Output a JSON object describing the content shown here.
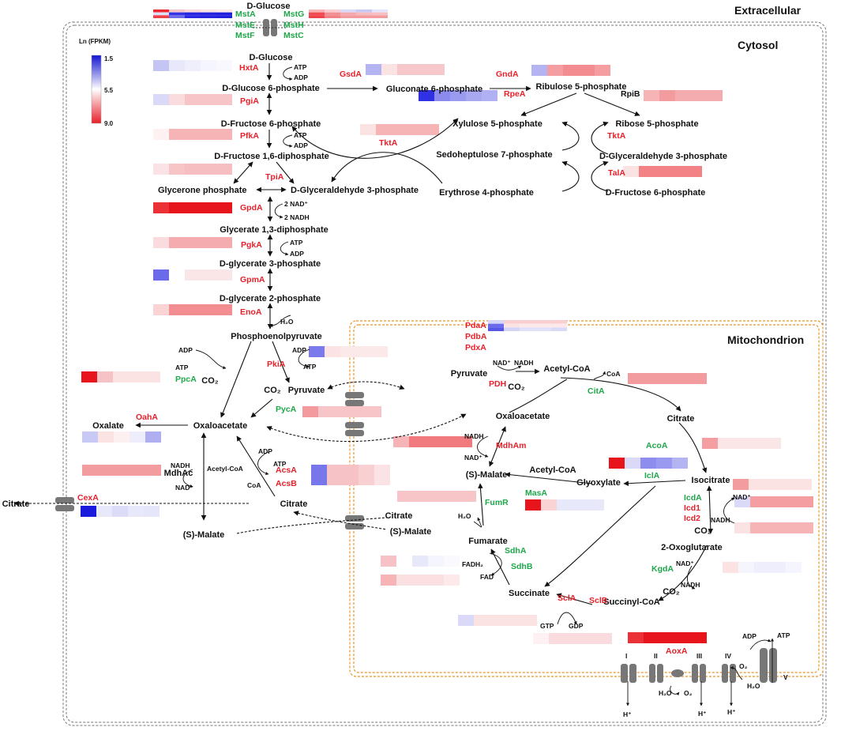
{
  "compartments": {
    "extracellular": "Extracellular",
    "cytosol": "Cytosol",
    "mitochondrion": "Mitochondrion"
  },
  "legend": {
    "title": "Ln (FPKM)",
    "ticks": [
      "1.5",
      "5.5",
      "9.0"
    ],
    "colors": {
      "low": "#1414d2",
      "mid": "#ffffff",
      "high": "#e8202a"
    }
  },
  "metabolites": {
    "dglucose_ext": "D-Glucose",
    "dglucose": "D-Glucose",
    "g6p": "D-Glucose 6-phosphate",
    "f6p": "D-Fructose 6-phosphate",
    "fbp": "D-Fructose 1,6-diphosphate",
    "glycerone": "Glycerone phosphate",
    "g3p": "D-Glyceraldehyde 3-phosphate",
    "bpg": "Glycerate 1,3-diphosphate",
    "pg3": "D-glycerate 3-phosphate",
    "pg2": "D-glycerate 2-phosphate",
    "pep": "Phosphoenolpyruvate",
    "pyruvate": "Pyruvate",
    "co2_a": "CO₂",
    "co2_b": "CO₂",
    "oaa_c": "Oxaloacetate",
    "oxalate": "Oxalate",
    "mdhac": "MdhAc",
    "malate_c": "(S)-Malate",
    "citrate_c": "Citrate",
    "citrate_out": "Citrate",
    "citrate_tr": "Citrate",
    "malate_tr": "(S)-Malate",
    "gluconate6p": "Gluconate 6-phosphate",
    "ru5p": "Ribulose 5-phosphate",
    "x5p": "Xylulose 5-phosphate",
    "r5p": "Ribose 5-phosphate",
    "s7p": "Sedoheptulose 7-phosphate",
    "g3p_b": "D-Glyceraldehyde 3-phosphate",
    "e4p": "Erythrose 4-phosphate",
    "f6p_b": "D-Fructose 6-phosphate",
    "pyr_m": "Pyruvate",
    "acetylcoa_m": "Acetyl-CoA",
    "oaa_m": "Oxaloacetate",
    "citrate_m": "Citrate",
    "isocitrate": "Isocitrate",
    "glyoxylate": "Glyoxylate",
    "acetylcoa_m2": "Acetyl-CoA",
    "malate_m": "(S)-Malate",
    "fumarate": "Fumarate",
    "succinate": "Succinate",
    "succinylcoa": "Succinyl-CoA",
    "oxoglutarate": "2-Oxoglutarate",
    "co2_pdh": "CO₂",
    "co2_icd": "CO₂",
    "co2_kgd": "CO₂"
  },
  "cofactors": {
    "atp1": "ATP",
    "adp1": "ADP",
    "atp2": "ATP",
    "adp2": "ADP",
    "nad_g": "2 NAD⁺",
    "nadh_g": "2 NADH",
    "atp3": "ATP",
    "adp3": "ADP",
    "h2o_eno": "H₂O",
    "adp_pk": "ADP",
    "atp_pk": "ATP",
    "adp_pc": "ADP",
    "atp_pc": "ATP",
    "nadh_mdhac": "NADH",
    "nad_mdhac": "NAD⁺",
    "acetylcoa_c": "Acetyl-CoA",
    "adp_acs": "ADP",
    "atp_acs": "ATP",
    "coa_acs": "CoA",
    "nad_pdh": "NAD⁺",
    "nadh_pdh": "NADH",
    "coa_cit": "CoA",
    "nadh_mdh": "NADH",
    "nad_mdh": "NAD⁺",
    "h2o_fum": "H₂O",
    "fadh2": "FADH₂",
    "fad": "FAD",
    "gtp": "GTP",
    "gdp": "GDP",
    "nad_icd": "NAD⁺",
    "nadh_icd": "NADH",
    "nad_kgd": "NAD⁺",
    "nadh_kgd": "NADH",
    "adp_v": "ADP",
    "atp_v": "ATP",
    "h2o_ox": "H₂O",
    "o2_ox": "O₂",
    "o2_iv": "O₂",
    "h2o_iv": "H₂O",
    "h_1": "H⁺",
    "h_3": "H⁺",
    "h_4": "H⁺"
  },
  "complexes": [
    "I",
    "II",
    "III",
    "IV",
    "V"
  ],
  "enzymes": {
    "mstA": {
      "label": "MstA",
      "color": "green"
    },
    "mstE": {
      "label": "MstE",
      "color": "green"
    },
    "mstF": {
      "label": "MstF",
      "color": "green"
    },
    "mstG": {
      "label": "MstG",
      "color": "green"
    },
    "mstH": {
      "label": "MstH",
      "color": "green"
    },
    "mstC": {
      "label": "MstC",
      "color": "green"
    },
    "hxtA": {
      "label": "HxtA",
      "color": "red"
    },
    "pgiA": {
      "label": "PgiA",
      "color": "red"
    },
    "pfkA": {
      "label": "PfkA",
      "color": "red"
    },
    "tpiA": {
      "label": "TpiA",
      "color": "red"
    },
    "gpdA": {
      "label": "GpdA",
      "color": "red"
    },
    "pgkA": {
      "label": "PgkA",
      "color": "red"
    },
    "gpmA": {
      "label": "GpmA",
      "color": "red"
    },
    "enoA": {
      "label": "EnoA",
      "color": "red"
    },
    "pkiA": {
      "label": "PkiA",
      "color": "red"
    },
    "ppcA": {
      "label": "PpcA",
      "color": "green"
    },
    "pycA": {
      "label": "PycA",
      "color": "green"
    },
    "oahA": {
      "label": "OahA",
      "color": "red"
    },
    "acsA": {
      "label": "AcsA",
      "color": "red"
    },
    "acsB": {
      "label": "AcsB",
      "color": "red"
    },
    "cexA": {
      "label": "CexA",
      "color": "red"
    },
    "gsdA": {
      "label": "GsdA",
      "color": "red"
    },
    "gndA": {
      "label": "GndA",
      "color": "red"
    },
    "rpeA": {
      "label": "RpeA",
      "color": "red"
    },
    "rpiB": {
      "label": "RpiB",
      "color": "black"
    },
    "tktA1": {
      "label": "TktA",
      "color": "red"
    },
    "tktA2": {
      "label": "TktA",
      "color": "red"
    },
    "talA": {
      "label": "TalA",
      "color": "red"
    },
    "pdaA": {
      "label": "PdaA",
      "color": "red"
    },
    "pdbA": {
      "label": "PdbA",
      "color": "red"
    },
    "pdxA": {
      "label": "PdxA",
      "color": "red"
    },
    "pdh": {
      "label": "PDH",
      "color": "red"
    },
    "citA": {
      "label": "CitA",
      "color": "green"
    },
    "acoA": {
      "label": "AcoA",
      "color": "green"
    },
    "mdhAm": {
      "label": "MdhAm",
      "color": "red"
    },
    "iclA": {
      "label": "IclA",
      "color": "green"
    },
    "masA": {
      "label": "MasA",
      "color": "green"
    },
    "fumR": {
      "label": "FumR",
      "color": "green"
    },
    "icdA": {
      "label": "IcdA",
      "color": "green"
    },
    "icd1": {
      "label": "Icd1",
      "color": "red"
    },
    "icd2": {
      "label": "Icd2",
      "color": "red"
    },
    "sdhA": {
      "label": "SdhA",
      "color": "green"
    },
    "sdhB": {
      "label": "SdhB",
      "color": "green"
    },
    "kgdA": {
      "label": "KgdA",
      "color": "green"
    },
    "sclA": {
      "label": "SclA",
      "color": "red"
    },
    "sclB": {
      "label": "SclB",
      "color": "red"
    },
    "aoxA": {
      "label": "AoxA",
      "color": "red"
    }
  },
  "heatmaps": [
    {
      "id": "mst-left",
      "rows": [
        [
          "#ec2a30",
          "#f7c5c8",
          "#f9d6d8",
          "#fbe3e4",
          "#fde9ea"
        ],
        [
          "#dfe0fb",
          "#3434e5",
          "#2727e0",
          "#2424de",
          "#2020dc"
        ],
        [
          "#ee4045",
          "#6b6bea",
          "#2a2ae2",
          "#2525df",
          "#2222dd"
        ]
      ]
    },
    {
      "id": "mst-right",
      "rows": [
        [
          "#f7b3b6",
          "#f9cdd0",
          "#dadaf8",
          "#c9c9f5",
          "#e3e3fa"
        ],
        [
          "#ef4b50",
          "#f28f93",
          "#f5a8ab",
          "#f7babd",
          "#f7bfc2"
        ],
        [
          "#ee4449",
          "#f08286",
          "#f39ca0",
          "#f39ca0",
          "#f39ca0"
        ]
      ]
    },
    {
      "id": "hxtA",
      "rows": [
        [
          "#c5c5f3",
          "#e8e8fb",
          "#efeffc",
          "#f5f5fd",
          "#f8f8fe"
        ]
      ]
    },
    {
      "id": "pgiA",
      "rows": [
        [
          "#dadaf8",
          "#fbdcde",
          "#f7c4c7",
          "#f7c4c7",
          "#f7c4c7"
        ]
      ]
    },
    {
      "id": "pfkA",
      "rows": [
        [
          "#fdf1f1",
          "#f6b4b7",
          "#f6b4b7",
          "#f6b4b7",
          "#f6b4b7"
        ]
      ]
    },
    {
      "id": "tpiA",
      "rows": [
        [
          "#fbe2e4",
          "#f7c4c7",
          "#f7bec1",
          "#f7bec1",
          "#f7bec1"
        ]
      ]
    },
    {
      "id": "gpdA",
      "rows": [
        [
          "#ec3136",
          "#e8141c",
          "#e8141c",
          "#e8141c",
          "#e8141c"
        ]
      ]
    },
    {
      "id": "pgkA",
      "rows": [
        [
          "#fbdcde",
          "#f5acaf",
          "#f5acaf",
          "#f5acaf",
          "#f5acaf"
        ]
      ]
    },
    {
      "id": "gpmA",
      "rows": [
        [
          "#6b6bea",
          "#ffffff",
          "#fbe6e7",
          "#fbe6e7",
          "#fbe6e7"
        ]
      ]
    },
    {
      "id": "enoA",
      "rows": [
        [
          "#fad3d5",
          "#f28e92",
          "#f28e92",
          "#f28e92",
          "#f28e92"
        ]
      ]
    },
    {
      "id": "pkiA",
      "rows": [
        [
          "#7a7aec",
          "#fbe3e4",
          "#fbe8e9",
          "#fbe8e9",
          "#fbe8e9"
        ]
      ]
    },
    {
      "id": "ppcA",
      "rows": [
        [
          "#e8141c",
          "#f7c2c5",
          "#fbe3e4",
          "#fbe3e4",
          "#fbe3e4"
        ]
      ]
    },
    {
      "id": "pycA",
      "rows": [
        [
          "#f29a9d",
          "#f7c4c7",
          "#f7c4c7",
          "#f7c4c7",
          "#f7c4c7"
        ]
      ]
    },
    {
      "id": "oahA",
      "rows": [
        [
          "#c9c9f5",
          "#fbe3e4",
          "#fdf0f0",
          "#ededfc",
          "#aeaef1"
        ]
      ]
    },
    {
      "id": "mdhAc",
      "rows": [
        [
          "#f39ca0",
          "#f39ca0",
          "#f39ca0",
          "#f39ca0",
          "#f39ca0"
        ]
      ]
    },
    {
      "id": "acs",
      "rows": [
        [
          "#7777eb",
          "#f7c2c5",
          "#f7c2c5",
          "#f9d0d2",
          "#fbe2e4"
        ]
      ]
    },
    {
      "id": "cexA",
      "rows": [
        [
          "#1a1adc",
          "#e8e8fb",
          "#dcdcf8",
          "#e8e8fb",
          "#e6e6fa"
        ]
      ]
    },
    {
      "id": "gsdA",
      "rows": [
        [
          "#b4b4f2",
          "#fbe3e4",
          "#f7c8cb",
          "#f7c8cb",
          "#f7c8cb"
        ]
      ]
    },
    {
      "id": "gndA",
      "rows": [
        [
          "#b4b4f2",
          "#f49ea2",
          "#f28c90",
          "#f28c90",
          "#f49ea2"
        ]
      ]
    },
    {
      "id": "rpeA",
      "rows": [
        [
          "#3030e4",
          "#8b8bee",
          "#9a9af0",
          "#a8a8f1",
          "#b0b0f2"
        ]
      ]
    },
    {
      "id": "rpiB",
      "rows": [
        [
          "#f6b4b7",
          "#f39ca0",
          "#f5acaf",
          "#f5acaf",
          "#f5acaf"
        ]
      ]
    },
    {
      "id": "tktA1",
      "rows": [
        [
          "#fbe3e4",
          "#f6b4b7",
          "#f6b4b7",
          "#f6b4b7",
          "#f6b4b7"
        ]
      ]
    },
    {
      "id": "talA",
      "rows": [
        [
          "#fbe3e4",
          "#f28286",
          "#f28286",
          "#f28286",
          "#f28286"
        ]
      ]
    },
    {
      "id": "pdA",
      "rows": [
        [
          "#d6d6f8",
          "#f9cfd1",
          "#f9cfd1",
          "#f9cfd1",
          "#f9cfd1"
        ],
        [
          "#6a6aea",
          "#fbe3e4",
          "#fde9ea",
          "#fde9ea",
          "#fde9ea"
        ],
        [
          "#5555e7",
          "#d4d4f7",
          "#e1e1fa",
          "#e1e1fa",
          "#dadaf8"
        ]
      ]
    },
    {
      "id": "citA",
      "rows": [
        [
          "#f39ca0",
          "#f39ca0",
          "#f39ca0",
          "#f39ca0",
          "#f39ca0"
        ]
      ]
    },
    {
      "id": "mdhAm",
      "rows": [
        [
          "#f6b4b7",
          "#f07a7e",
          "#f07a7e",
          "#f07a7e",
          "#f07a7e"
        ]
      ]
    },
    {
      "id": "acoA",
      "rows": [
        [
          "#f49ea2",
          "#fbe6e7",
          "#fbe6e7",
          "#fbe6e7",
          "#fbe6e7"
        ]
      ]
    },
    {
      "id": "iclA",
      "rows": [
        [
          "#e8141c",
          "#dadaf8",
          "#8d8def",
          "#9a9af0",
          "#b4b4f2"
        ]
      ]
    },
    {
      "id": "icdA",
      "rows": [
        [
          "#f39ca0",
          "#fbe3e4",
          "#fbe3e4",
          "#fbe3e4",
          "#fbe3e4"
        ]
      ]
    },
    {
      "id": "icd1",
      "rows": [
        [
          "#dadaf8",
          "#f49ea2",
          "#f49ea2",
          "#f49ea2",
          "#f49ea2"
        ]
      ]
    },
    {
      "id": "icd2",
      "rows": [
        [
          "#fbe3e4",
          "#f6b4b7",
          "#f6b4b7",
          "#f6b4b7",
          "#f6b4b7"
        ]
      ]
    },
    {
      "id": "fumR",
      "rows": [
        [
          "#f7c4c7",
          "#f7c4c7",
          "#f7c4c7",
          "#f7c4c7",
          "#f7c4c7"
        ]
      ]
    },
    {
      "id": "masA",
      "rows": [
        [
          "#e8141c",
          "#fad3d5",
          "#e8e8fb",
          "#e8e8fb",
          "#e8e8fb"
        ]
      ]
    },
    {
      "id": "sdhA",
      "rows": [
        [
          "#f7c2c5",
          "#ffffff",
          "#e8e8fb",
          "#f5f5fd",
          "#f9f9fe"
        ]
      ]
    },
    {
      "id": "sdhB",
      "rows": [
        [
          "#f6b4b7",
          "#fbe0e2",
          "#fbe0e2",
          "#fbe0e2",
          "#fde9ea"
        ]
      ]
    },
    {
      "id": "kgdA",
      "rows": [
        [
          "#fbe3e4",
          "#f5f5fd",
          "#eeeefc",
          "#eeeefc",
          "#f5f5fd"
        ]
      ]
    },
    {
      "id": "sclA",
      "rows": [
        [
          "#dadaf8",
          "#fbe3e4",
          "#fbe3e4",
          "#fbe3e4",
          "#fbe3e4"
        ]
      ]
    },
    {
      "id": "sclB",
      "rows": [
        [
          "#fdf1f1",
          "#fbdcde",
          "#fbdcde",
          "#fbdcde",
          "#fbdcde"
        ]
      ]
    },
    {
      "id": "aoxA",
      "rows": [
        [
          "#ec3136",
          "#e8141c",
          "#e8141c",
          "#e8141c",
          "#e8141c"
        ]
      ]
    }
  ]
}
